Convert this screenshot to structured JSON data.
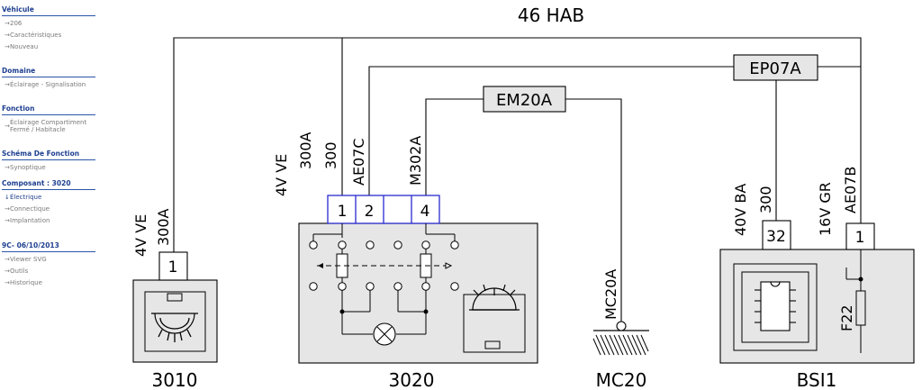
{
  "sidebar": {
    "vehicule": {
      "title": "Véhicule",
      "items": [
        "206",
        "Caractéristiques",
        "Nouveau"
      ]
    },
    "domaine": {
      "title": "Domaine",
      "items": [
        "Éclairage - Signalisation"
      ]
    },
    "fonction": {
      "title": "Fonction",
      "items": [
        "Éclairage Compartiment",
        "Fermé / Habitacle"
      ]
    },
    "schema": {
      "title": "Schéma De Fonction",
      "items": [
        "Synoptique"
      ]
    },
    "composant": {
      "title": "Composant : 3020",
      "items": [
        "Électrique",
        "Connectique",
        "Implantation"
      ]
    },
    "version": {
      "title": "9C- 06/10/2013",
      "items": [
        "Viewer SVG",
        "Outils",
        "Historique"
      ]
    },
    "arrow_right": "→",
    "arrow_down": "↓"
  },
  "diagram": {
    "title": "46 HAB",
    "components": {
      "c3010": "3010",
      "c3020": "3020",
      "mc20": "MC20",
      "bsi1": "BSI1"
    },
    "connectors": {
      "ep07a": "EP07A",
      "em20a": "EM20A"
    },
    "pins": {
      "c3010_1": "1",
      "c3020_1": "1",
      "c3020_2": "2",
      "c3020_4": "4",
      "bsi_32": "32",
      "bsi_1": "1"
    },
    "wire_labels": {
      "w3010_color": "4V VE",
      "w3010_num": "300A",
      "w3020_1_color": "4V VE",
      "w3020_1_num": "300A",
      "w3020_1_sub": "300",
      "w3020_2": "AE07C",
      "w3020_4": "M302A",
      "mc20a": "MC20A",
      "bsi_32_color": "40V BA",
      "bsi_32_num": "300",
      "bsi_1_color": "16V GR",
      "bsi_1_num": "AE07B",
      "fuse": "F22"
    }
  }
}
